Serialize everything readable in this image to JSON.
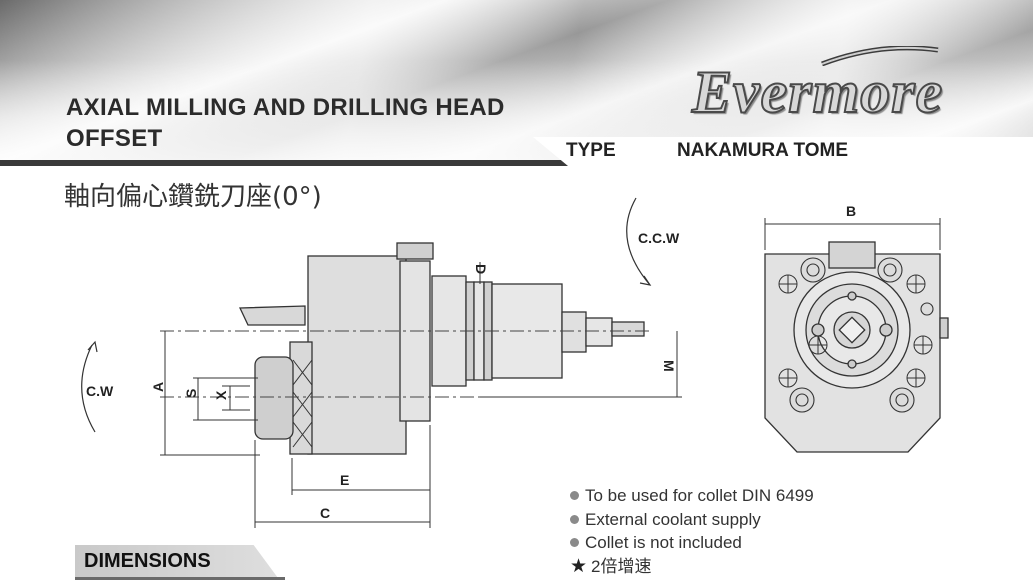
{
  "header": {
    "title_line1": "AXIAL MILLING AND DRILLING HEAD",
    "title_line2": "OFFSET",
    "type_label": "TYPE",
    "type_value": "NAKAMURA TOME"
  },
  "logo": {
    "text": "Evermore"
  },
  "chinese_title": "軸向偏心鑽銑刀座(0°)",
  "drawing": {
    "rotation_ccw": "C.C.W",
    "rotation_cw": "C.W",
    "dim_labels": {
      "A": "A",
      "S": "S",
      "X": "X",
      "D": "D",
      "M": "M",
      "E": "E",
      "C": "C",
      "B": "B"
    }
  },
  "notes": [
    "To be used for collet DIN 6499",
    "External coolant supply",
    "Collet is not included"
  ],
  "note_star": "2倍增速",
  "section_label": "DIMENSIONS",
  "colors": {
    "body_fill": "#dedede",
    "outline": "#333333",
    "band": "#3a3a3a"
  }
}
